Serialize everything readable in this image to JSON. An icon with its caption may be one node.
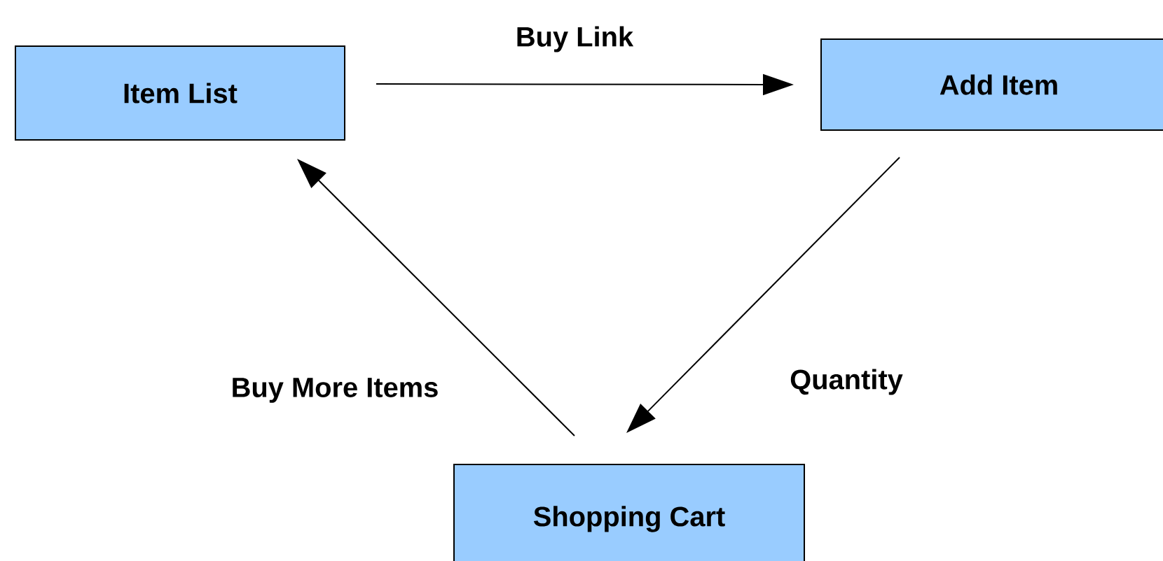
{
  "diagram": {
    "nodes": [
      {
        "text": [
          "Item List"
        ]
      },
      {
        "text": [
          "Add Item"
        ]
      },
      {
        "text": [
          "Shopping Cart"
        ]
      }
    ],
    "edges": [
      {
        "from": 0,
        "to": 1,
        "arrow": "to",
        "label": "Buy Link"
      },
      {
        "from": 1,
        "to": 2,
        "arrow": "to",
        "label": "Quantity"
      },
      {
        "from": 2,
        "to": 0,
        "arrow": "to",
        "label": "Buy More Items"
      }
    ]
  }
}
